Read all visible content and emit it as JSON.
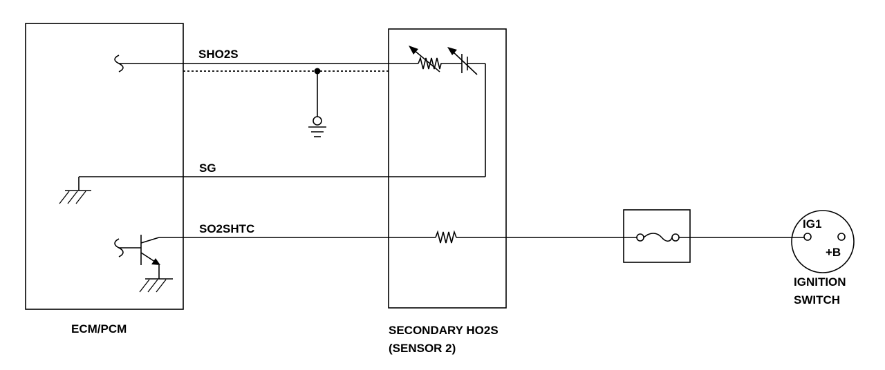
{
  "ecm": {
    "label": "ECM/PCM"
  },
  "sensor": {
    "label_line1": "SECONDARY HO2S",
    "label_line2": "(SENSOR 2)"
  },
  "ignition": {
    "terminal_ig1": "IG1",
    "terminal_b": "+B",
    "label_line1": "IGNITION",
    "label_line2": "SWITCH"
  },
  "wires": {
    "sho2s": "SHO2S",
    "sg": "SG",
    "so2shtc": "SO2SHTC"
  }
}
